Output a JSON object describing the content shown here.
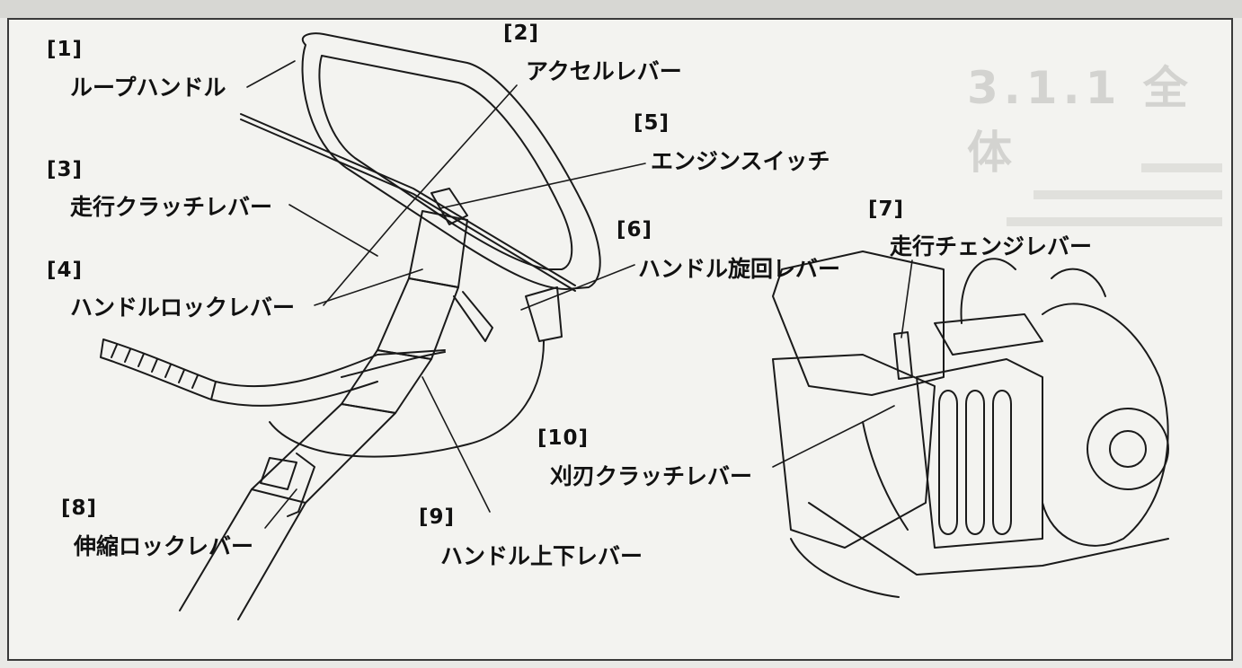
{
  "background_heading": "3.1.1 全体",
  "labels": [
    {
      "id": "1",
      "number": "[1]",
      "name": "ループハンドル"
    },
    {
      "id": "2",
      "number": "[2]",
      "name": "アクセルレバー"
    },
    {
      "id": "3",
      "number": "[3]",
      "name": "走行クラッチレバー"
    },
    {
      "id": "4",
      "number": "[4]",
      "name": "ハンドルロックレバー"
    },
    {
      "id": "5",
      "number": "[5]",
      "name": "エンジンスイッチ"
    },
    {
      "id": "6",
      "number": "[6]",
      "name": "ハンドル旋回レバー"
    },
    {
      "id": "7",
      "number": "[7]",
      "name": "走行チェンジレバー"
    },
    {
      "id": "8",
      "number": "[8]",
      "name": "伸縮ロックレバー"
    },
    {
      "id": "9",
      "number": "[9]",
      "name": "ハンドル上下レバー"
    },
    {
      "id": "10",
      "number": "[10]",
      "name": "刈刃クラッチレバー"
    }
  ],
  "colors": {
    "ink": "#111111",
    "paper": "#f3f3f0",
    "frame": "#3a3a3a"
  }
}
